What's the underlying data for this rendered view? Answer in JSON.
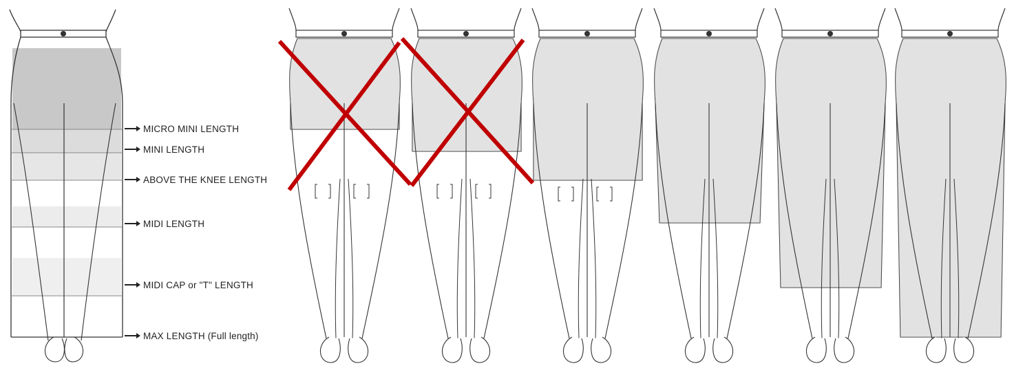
{
  "labels": [
    {
      "key": "micro",
      "text": "MICRO MINI LENGTH"
    },
    {
      "key": "mini",
      "text": "MINI LENGTH"
    },
    {
      "key": "above",
      "text": "ABOVE THE KNEE LENGTH"
    },
    {
      "key": "midi",
      "text": "MIDI LENGTH"
    },
    {
      "key": "midicap",
      "text": "MIDI CAP or \"T\" LENGTH"
    },
    {
      "key": "max",
      "text": "MAX LENGTH (Full length)"
    }
  ],
  "figures": [
    {
      "name": "micro-mini-figure",
      "length": "micro mini",
      "crossed_out": true
    },
    {
      "name": "mini-figure",
      "length": "mini",
      "crossed_out": true
    },
    {
      "name": "above-knee-figure",
      "length": "above the knee",
      "crossed_out": false
    },
    {
      "name": "midi-figure",
      "length": "midi",
      "crossed_out": false
    },
    {
      "name": "midi-cap-figure",
      "length": "midi cap",
      "crossed_out": false
    },
    {
      "name": "max-figure",
      "length": "max",
      "crossed_out": false
    }
  ],
  "colors": {
    "cross": "#c00000",
    "line": "#333333",
    "skirt_shade": "#d9d9d9"
  }
}
